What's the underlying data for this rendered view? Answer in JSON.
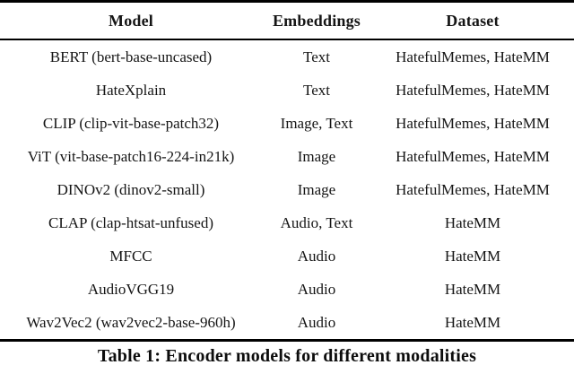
{
  "table": {
    "caption": "Table 1: Encoder models for different modalities",
    "columns": [
      "Model",
      "Embeddings",
      "Dataset"
    ],
    "rows": [
      [
        "BERT (bert-base-uncased)",
        "Text",
        "HatefulMemes, HateMM"
      ],
      [
        "HateXplain",
        "Text",
        "HatefulMemes, HateMM"
      ],
      [
        "CLIP (clip-vit-base-patch32)",
        "Image, Text",
        "HatefulMemes, HateMM"
      ],
      [
        "ViT (vit-base-patch16-224-in21k)",
        "Image",
        "HatefulMemes, HateMM"
      ],
      [
        "DINOv2 (dinov2-small)",
        "Image",
        "HatefulMemes, HateMM"
      ],
      [
        "CLAP (clap-htsat-unfused)",
        "Audio, Text",
        "HateMM"
      ],
      [
        "MFCC",
        "Audio",
        "HateMM"
      ],
      [
        "AudioVGG19",
        "Audio",
        "HateMM"
      ],
      [
        "Wav2Vec2 (wav2vec2-base-960h)",
        "Audio",
        "HateMM"
      ]
    ],
    "colors": {
      "text": "#151515",
      "rule": "#000000",
      "background": "#ffffff"
    }
  }
}
